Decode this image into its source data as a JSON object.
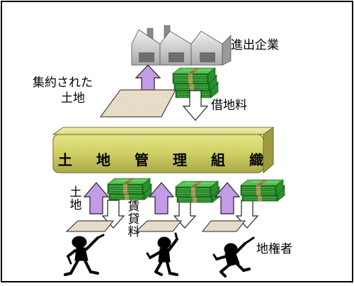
{
  "labels": {
    "companies": "進出企業",
    "consolidated_land_line1": "集約された",
    "consolidated_land_line2": "土地",
    "land_rent": "借地料",
    "org_chars": [
      "土",
      "地",
      "管",
      "理",
      "組",
      "織"
    ],
    "land_vertical": "土地",
    "rent_vertical": "賃貸料",
    "landowners": "地権者"
  },
  "colors": {
    "band_fill": "#cfcf63",
    "arrow_up": "#c39be6",
    "money_green": "#2e9b2e",
    "money_band": "#9b6b3c",
    "parcel_fill": "#eae0cc"
  },
  "icons": [
    "factory-icon",
    "money-stack-icon",
    "land-parcel-icon",
    "person-icon",
    "arrow-up-icon",
    "arrow-down-icon"
  ]
}
